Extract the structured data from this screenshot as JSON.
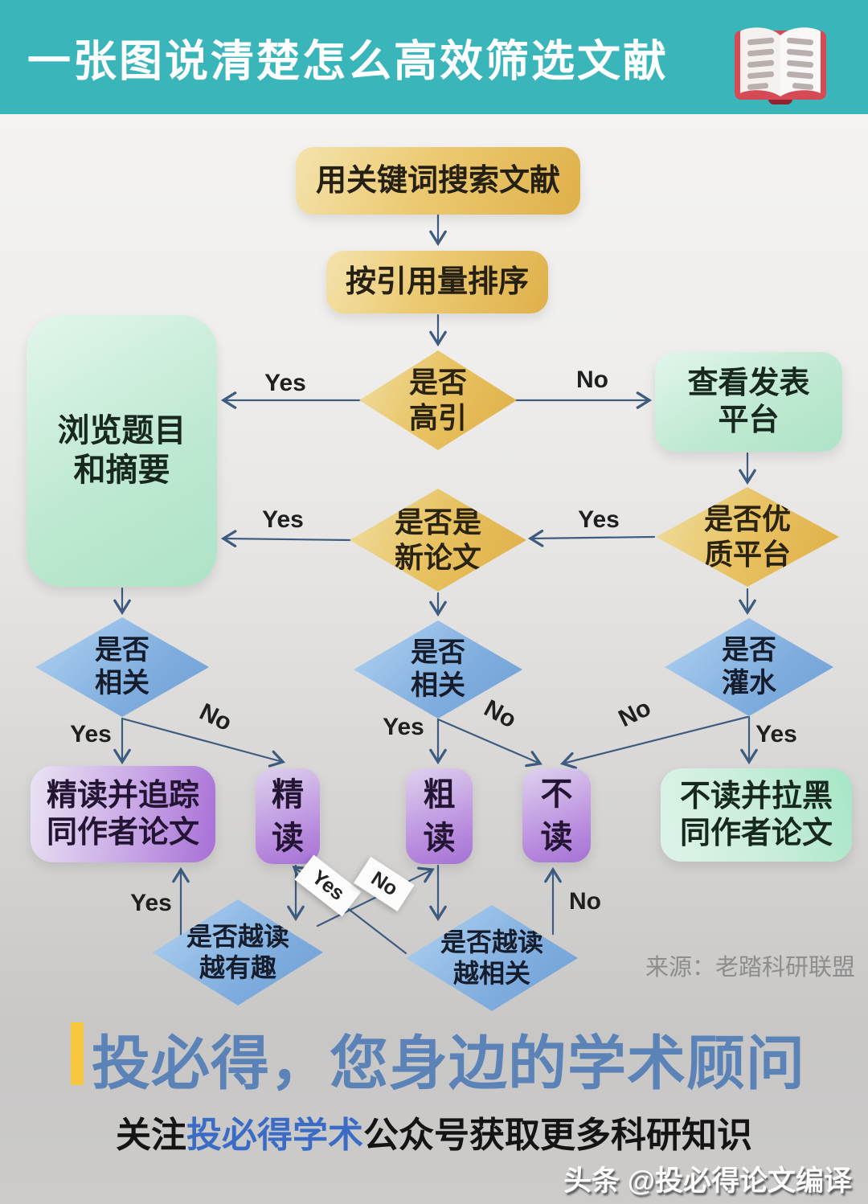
{
  "header": {
    "title": "一张图说清楚怎么高效筛选文献",
    "icon": "open-book-icon"
  },
  "flow": {
    "nodes": {
      "search": "用关键词搜索文献",
      "sort": "按引用量排序",
      "high_cited": "是否\n高引",
      "browse": "浏览题目\n和摘要",
      "platform": "查看发表\n平台",
      "quality": "是否优\n质平台",
      "new_paper": "是否是\n新论文",
      "relevant_left": "是否\n相关",
      "relevant_mid": "是否\n相关",
      "spam": "是否\n灌水",
      "intensive_track": "精读并追踪\n同作者论文",
      "intensive": "精\n读",
      "skim": "粗\n读",
      "no_read": "不\n读",
      "no_read_block": "不读并拉黑\n同作者论文",
      "more_interesting": "是否越读\n越有趣",
      "more_relevant": "是否越读\n越相关"
    },
    "labels": {
      "high_yes": "Yes",
      "high_no": "No",
      "new_yes": "Yes",
      "quality_yes": "Yes",
      "rel_left_yes": "Yes",
      "rel_left_no": "No",
      "rel_mid_yes": "Yes",
      "rel_mid_no": "No",
      "spam_no": "No",
      "spam_yes": "Yes",
      "interest_yes": "Yes",
      "interest_no": "No",
      "more_rel_yes": "Yes",
      "more_rel_no": "No"
    },
    "source": "来源：老踏科研联盟"
  },
  "footer": {
    "slogan": "投必得，您身边的学术顾问",
    "cta_prefix": "关注",
    "cta_brand": "投必得学术",
    "cta_suffix": "公众号获取更多科研知识",
    "watermark": "头条 @投必得论文编译"
  },
  "colors": {
    "header_teal": "#3ab6ba",
    "gold": "#e5b851",
    "mint": "#bfe9d2",
    "blue": "#7fadde",
    "purple": "#a97bd6",
    "arrow": "#3d5c80",
    "slogan_blue": "#5c83b8",
    "accent_yellow": "#f6c73f",
    "cta_blue": "#3b6cc5"
  }
}
